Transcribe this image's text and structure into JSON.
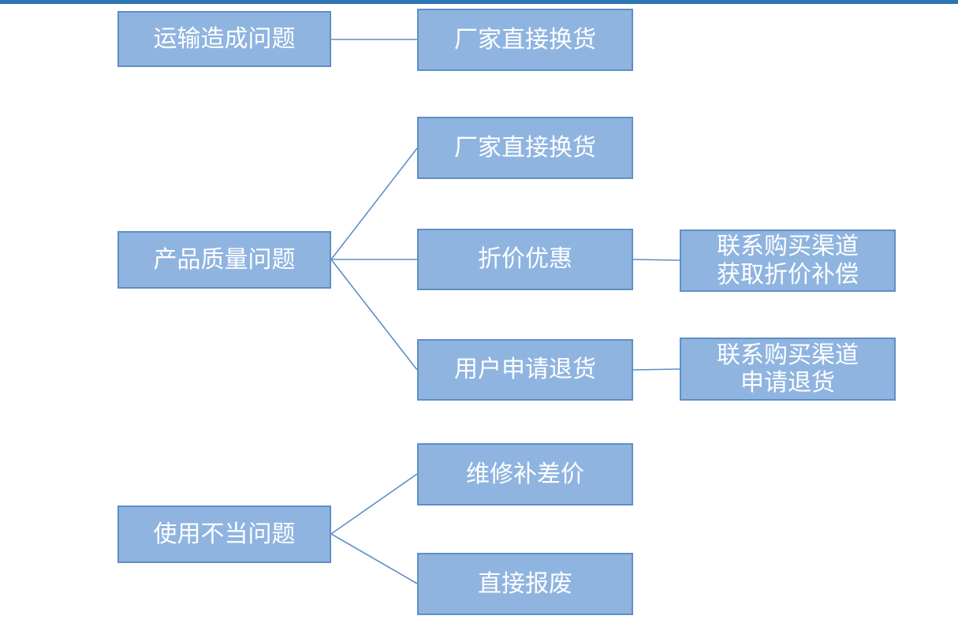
{
  "page": {
    "top_bar_color": "#2E74B5"
  },
  "diagram": {
    "colors": {
      "node_fill": "#8FB4E0",
      "node_border": "#5E8FC7",
      "connector": "#5E8FC7",
      "text": "#FFFFFF"
    },
    "nodes": [
      {
        "id": "transport-problem",
        "label": "运输造成问题"
      },
      {
        "id": "factory-exchange-1",
        "label": "厂家直接换货"
      },
      {
        "id": "factory-exchange-2",
        "label": "厂家直接换货"
      },
      {
        "id": "quality-problem",
        "label": "产品质量问题"
      },
      {
        "id": "discount-offer",
        "label": "折价优惠"
      },
      {
        "id": "contact-channel-discount",
        "label": "联系购买渠道\n获取折价补偿"
      },
      {
        "id": "user-return-request",
        "label": "用户申请退货"
      },
      {
        "id": "contact-channel-return",
        "label": "联系购买渠道\n申请退货"
      },
      {
        "id": "repair-pay-difference",
        "label": "维修补差价"
      },
      {
        "id": "misuse-problem",
        "label": "使用不当问题"
      },
      {
        "id": "direct-scrap",
        "label": "直接报废"
      }
    ]
  }
}
